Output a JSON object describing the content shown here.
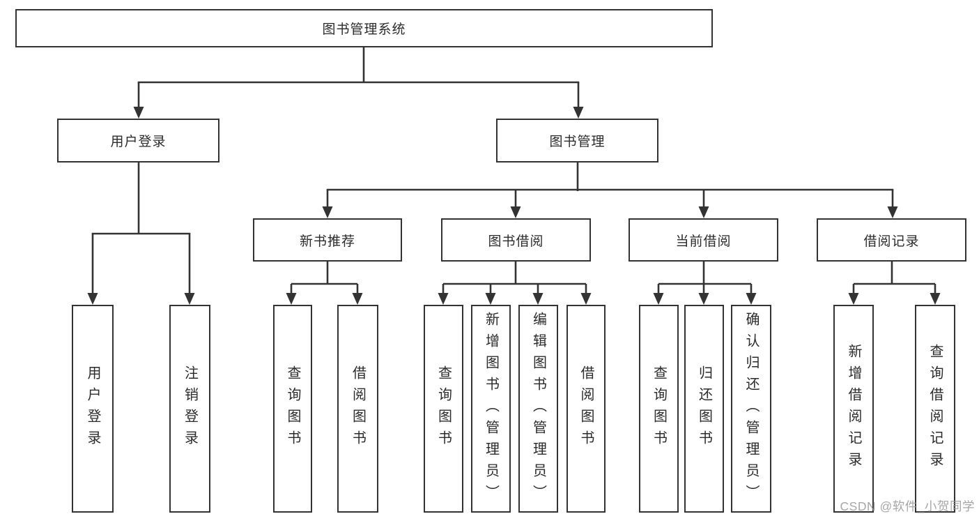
{
  "diagram": {
    "title": "图书管理系统",
    "level2": [
      {
        "label": "用户登录",
        "children": [
          {
            "label": "用户登录"
          },
          {
            "label": "注销登录"
          }
        ]
      },
      {
        "label": "图书管理",
        "sections": [
          {
            "label": "新书推荐",
            "children": [
              {
                "label": "查询图书"
              },
              {
                "label": "借阅图书"
              }
            ]
          },
          {
            "label": "图书借阅",
            "children": [
              {
                "label": "查询图书"
              },
              {
                "label": "新增图书（管理员）"
              },
              {
                "label": "编辑图书（管理员）"
              },
              {
                "label": "借阅图书"
              }
            ]
          },
          {
            "label": "当前借阅",
            "children": [
              {
                "label": "查询图书"
              },
              {
                "label": "归还图书"
              },
              {
                "label": "确认归还（管理员）"
              }
            ]
          },
          {
            "label": "借阅记录",
            "children": [
              {
                "label": "新增借阅记录"
              },
              {
                "label": "查询借阅记录"
              }
            ]
          }
        ]
      }
    ],
    "colors": {
      "line": "#333333",
      "box_background": "#ffffff",
      "text": "#2b2b2b",
      "watermark": "#969696"
    },
    "watermark": "CSDN @软件_小贺同学"
  }
}
